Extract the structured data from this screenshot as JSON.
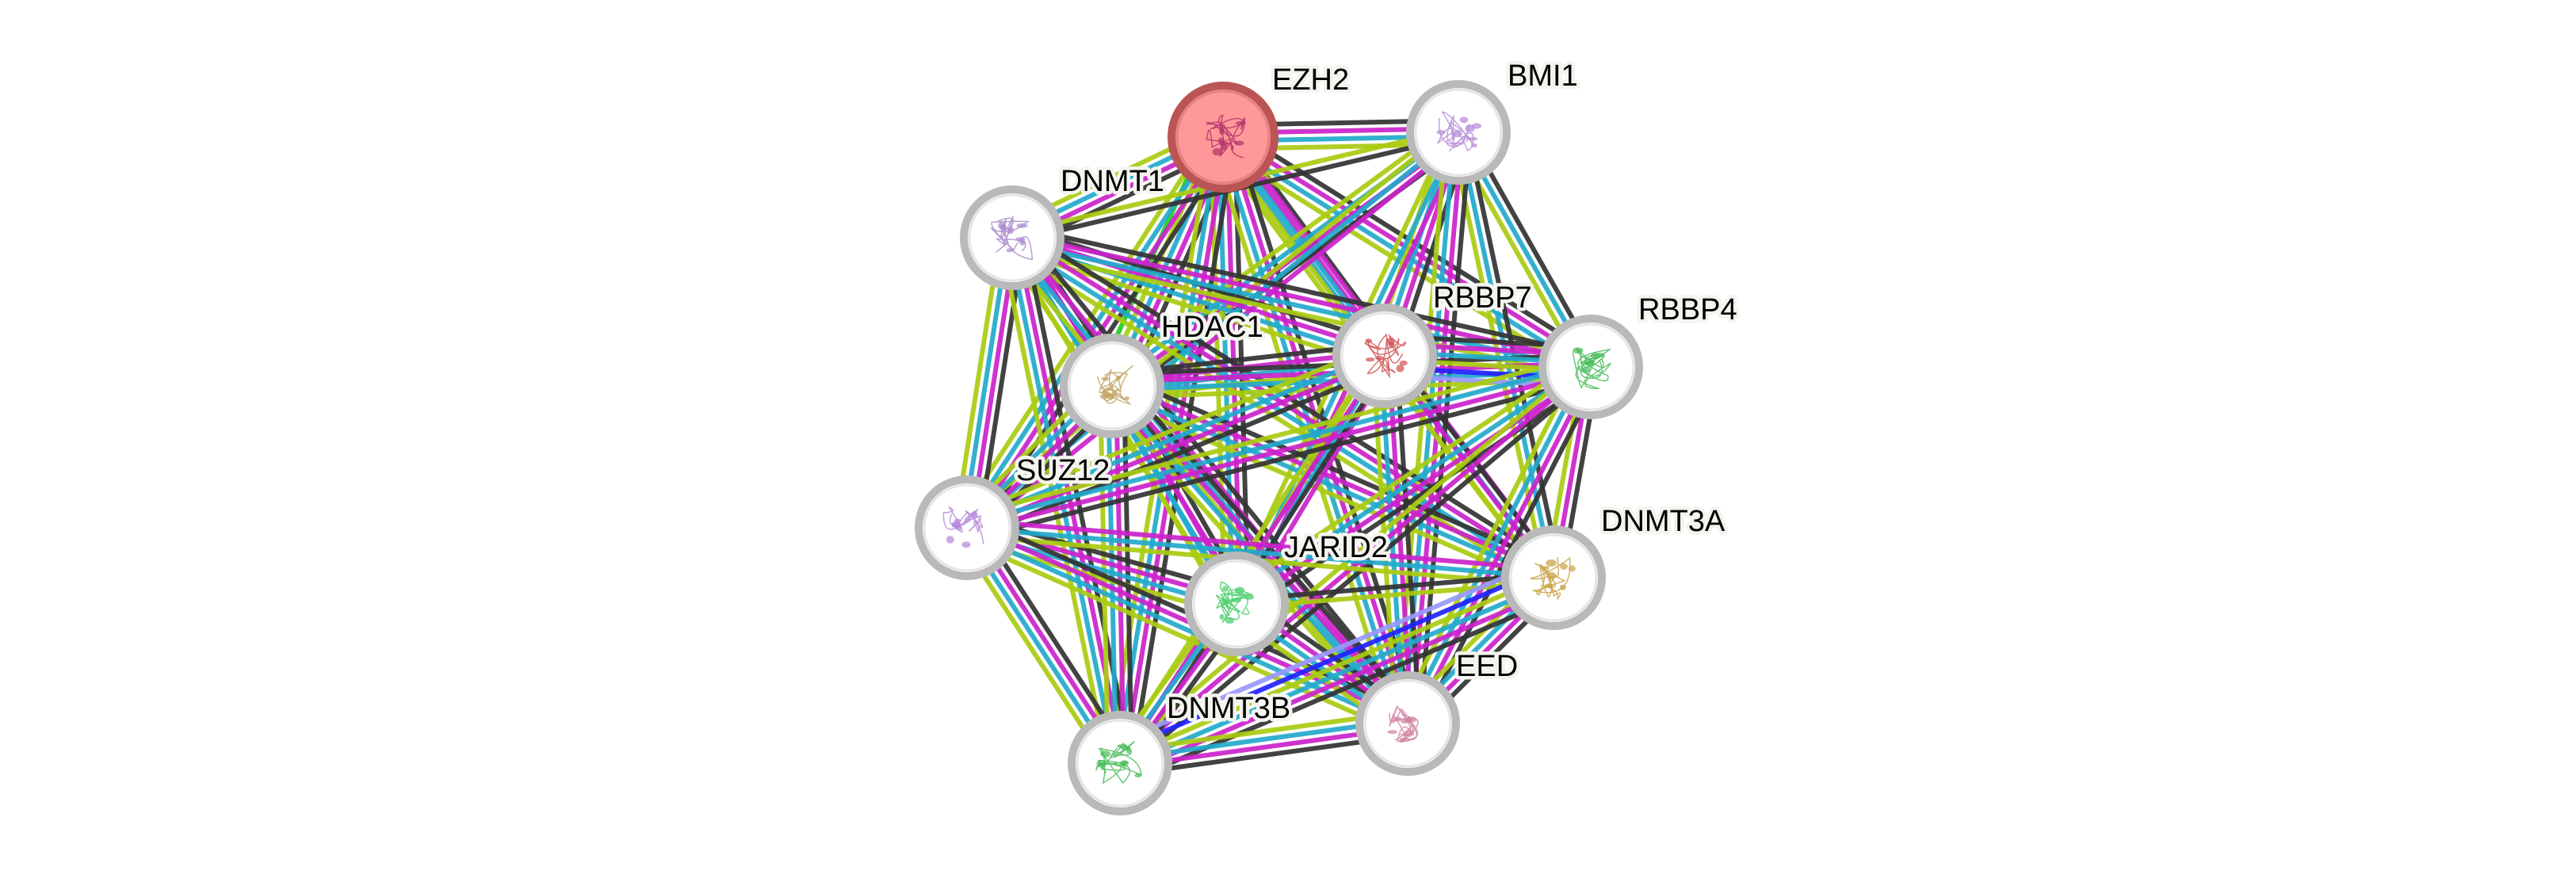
{
  "network": {
    "title": "Protein interaction network",
    "query_protein": "EZH2",
    "edge_colors": {
      "experiments": "#cc22cc",
      "databases": "#22aacc",
      "textmining": "#aacc11",
      "coexpression": "#333333",
      "neighborhood": "#22cc22",
      "gene_fusion": "#2222ff",
      "cooccurrence": "#9999ff"
    },
    "node_colors": {
      "query_fill": "#ff9999",
      "query_border": "#bb5555",
      "default_fill": "#ffffff",
      "default_border": "#b9b9b9"
    },
    "nodes": [
      {
        "id": "EZH2",
        "label": "EZH2",
        "query": true,
        "structure_color": "#b0306a"
      },
      {
        "id": "BMI1",
        "label": "BMI1",
        "query": false,
        "structure_color": "#b488d8"
      },
      {
        "id": "DNMT1",
        "label": "DNMT1",
        "query": false,
        "structure_color": "#a888cc"
      },
      {
        "id": "HDAC1",
        "label": "HDAC1",
        "query": false,
        "structure_color": "#c0a060"
      },
      {
        "id": "RBBP7",
        "label": "RBBP7",
        "query": false,
        "structure_color": "#d05050"
      },
      {
        "id": "RBBP4",
        "label": "RBBP4",
        "query": false,
        "structure_color": "#44bb55"
      },
      {
        "id": "SUZ12",
        "label": "SUZ12",
        "query": false,
        "structure_color": "#b488d8"
      },
      {
        "id": "JARID2",
        "label": "JARID2",
        "query": false,
        "structure_color": "#44cc66"
      },
      {
        "id": "DNMT3A",
        "label": "DNMT3A",
        "query": false,
        "structure_color": "#c8a040"
      },
      {
        "id": "EED",
        "label": "EED",
        "query": false,
        "structure_color": "#d080a0"
      },
      {
        "id": "DNMT3B",
        "label": "DNMT3B",
        "query": false,
        "structure_color": "#44bb55"
      }
    ],
    "edges": [
      {
        "a": "EZH2",
        "b": "BMI1",
        "types": [
          "coexpression",
          "experiments",
          "databases",
          "textmining"
        ]
      },
      {
        "a": "EZH2",
        "b": "DNMT1",
        "types": [
          "coexpression",
          "experiments",
          "databases",
          "textmining"
        ]
      },
      {
        "a": "EZH2",
        "b": "HDAC1",
        "types": [
          "coexpression",
          "experiments",
          "databases",
          "textmining",
          "neighborhood"
        ]
      },
      {
        "a": "EZH2",
        "b": "RBBP7",
        "types": [
          "coexpression",
          "experiments",
          "databases",
          "textmining"
        ]
      },
      {
        "a": "EZH2",
        "b": "RBBP4",
        "types": [
          "coexpression",
          "experiments",
          "databases",
          "textmining"
        ]
      },
      {
        "a": "EZH2",
        "b": "SUZ12",
        "types": [
          "coexpression",
          "experiments",
          "databases",
          "textmining"
        ]
      },
      {
        "a": "EZH2",
        "b": "JARID2",
        "types": [
          "coexpression",
          "experiments",
          "databases",
          "textmining"
        ]
      },
      {
        "a": "EZH2",
        "b": "DNMT3A",
        "types": [
          "experiments",
          "databases",
          "textmining"
        ]
      },
      {
        "a": "EZH2",
        "b": "EED",
        "types": [
          "coexpression",
          "experiments",
          "databases",
          "textmining"
        ]
      },
      {
        "a": "EZH2",
        "b": "DNMT3B",
        "types": [
          "coexpression",
          "experiments",
          "databases",
          "textmining"
        ]
      },
      {
        "a": "BMI1",
        "b": "DNMT1",
        "types": [
          "coexpression",
          "textmining"
        ]
      },
      {
        "a": "BMI1",
        "b": "HDAC1",
        "types": [
          "coexpression",
          "experiments",
          "databases",
          "textmining"
        ]
      },
      {
        "a": "BMI1",
        "b": "RBBP7",
        "types": [
          "coexpression",
          "experiments",
          "databases",
          "textmining"
        ]
      },
      {
        "a": "BMI1",
        "b": "RBBP4",
        "types": [
          "coexpression",
          "databases",
          "textmining"
        ]
      },
      {
        "a": "BMI1",
        "b": "SUZ12",
        "types": [
          "experiments",
          "databases",
          "textmining"
        ]
      },
      {
        "a": "BMI1",
        "b": "JARID2",
        "types": [
          "experiments",
          "databases",
          "textmining"
        ]
      },
      {
        "a": "BMI1",
        "b": "DNMT3A",
        "types": [
          "coexpression",
          "databases",
          "textmining"
        ]
      },
      {
        "a": "BMI1",
        "b": "EED",
        "types": [
          "coexpression",
          "experiments",
          "databases",
          "textmining"
        ]
      },
      {
        "a": "DNMT1",
        "b": "HDAC1",
        "types": [
          "coexpression",
          "experiments",
          "databases",
          "textmining"
        ]
      },
      {
        "a": "DNMT1",
        "b": "RBBP7",
        "types": [
          "coexpression",
          "experiments",
          "databases",
          "textmining"
        ]
      },
      {
        "a": "DNMT1",
        "b": "RBBP4",
        "types": [
          "coexpression",
          "experiments",
          "databases",
          "textmining"
        ]
      },
      {
        "a": "DNMT1",
        "b": "SUZ12",
        "types": [
          "coexpression",
          "experiments",
          "databases",
          "textmining"
        ]
      },
      {
        "a": "DNMT1",
        "b": "JARID2",
        "types": [
          "experiments",
          "databases",
          "textmining"
        ]
      },
      {
        "a": "DNMT1",
        "b": "DNMT3A",
        "types": [
          "coexpression",
          "experiments",
          "databases",
          "textmining"
        ]
      },
      {
        "a": "DNMT1",
        "b": "EED",
        "types": [
          "coexpression",
          "experiments",
          "databases",
          "textmining"
        ]
      },
      {
        "a": "DNMT1",
        "b": "DNMT3B",
        "types": [
          "coexpression",
          "experiments",
          "databases",
          "textmining"
        ]
      },
      {
        "a": "HDAC1",
        "b": "RBBP7",
        "types": [
          "coexpression",
          "experiments",
          "databases",
          "textmining"
        ]
      },
      {
        "a": "HDAC1",
        "b": "RBBP4",
        "types": [
          "coexpression",
          "experiments",
          "databases",
          "textmining"
        ]
      },
      {
        "a": "HDAC1",
        "b": "SUZ12",
        "types": [
          "coexpression",
          "experiments",
          "databases",
          "textmining"
        ]
      },
      {
        "a": "HDAC1",
        "b": "JARID2",
        "types": [
          "coexpression",
          "experiments",
          "databases",
          "textmining"
        ]
      },
      {
        "a": "HDAC1",
        "b": "DNMT3A",
        "types": [
          "coexpression",
          "experiments",
          "databases",
          "textmining"
        ]
      },
      {
        "a": "HDAC1",
        "b": "EED",
        "types": [
          "coexpression",
          "experiments",
          "databases",
          "textmining"
        ]
      },
      {
        "a": "HDAC1",
        "b": "DNMT3B",
        "types": [
          "coexpression",
          "experiments",
          "databases",
          "textmining"
        ]
      },
      {
        "a": "RBBP7",
        "b": "RBBP4",
        "types": [
          "coexpression",
          "experiments",
          "databases",
          "textmining",
          "gene_fusion",
          "cooccurrence"
        ]
      },
      {
        "a": "RBBP7",
        "b": "SUZ12",
        "types": [
          "coexpression",
          "experiments",
          "databases",
          "textmining"
        ]
      },
      {
        "a": "RBBP7",
        "b": "JARID2",
        "types": [
          "experiments",
          "databases",
          "textmining"
        ]
      },
      {
        "a": "RBBP7",
        "b": "DNMT3A",
        "types": [
          "coexpression",
          "experiments",
          "textmining"
        ]
      },
      {
        "a": "RBBP7",
        "b": "EED",
        "types": [
          "coexpression",
          "experiments",
          "databases",
          "textmining"
        ]
      },
      {
        "a": "RBBP7",
        "b": "DNMT3B",
        "types": [
          "coexpression",
          "experiments",
          "textmining"
        ]
      },
      {
        "a": "RBBP4",
        "b": "SUZ12",
        "types": [
          "coexpression",
          "experiments",
          "databases",
          "textmining"
        ]
      },
      {
        "a": "RBBP4",
        "b": "JARID2",
        "types": [
          "coexpression",
          "experiments",
          "databases",
          "textmining"
        ]
      },
      {
        "a": "RBBP4",
        "b": "DNMT3A",
        "types": [
          "coexpression",
          "experiments",
          "textmining"
        ]
      },
      {
        "a": "RBBP4",
        "b": "EED",
        "types": [
          "coexpression",
          "experiments",
          "databases",
          "textmining"
        ]
      },
      {
        "a": "RBBP4",
        "b": "DNMT3B",
        "types": [
          "coexpression",
          "experiments",
          "textmining"
        ]
      },
      {
        "a": "SUZ12",
        "b": "JARID2",
        "types": [
          "coexpression",
          "experiments",
          "databases",
          "textmining"
        ]
      },
      {
        "a": "SUZ12",
        "b": "DNMT3A",
        "types": [
          "experiments",
          "databases",
          "textmining"
        ]
      },
      {
        "a": "SUZ12",
        "b": "EED",
        "types": [
          "coexpression",
          "experiments",
          "databases",
          "textmining"
        ]
      },
      {
        "a": "SUZ12",
        "b": "DNMT3B",
        "types": [
          "coexpression",
          "experiments",
          "databases",
          "textmining"
        ]
      },
      {
        "a": "JARID2",
        "b": "DNMT3A",
        "types": [
          "coexpression",
          "textmining"
        ]
      },
      {
        "a": "JARID2",
        "b": "EED",
        "types": [
          "coexpression",
          "experiments",
          "databases",
          "textmining"
        ]
      },
      {
        "a": "JARID2",
        "b": "DNMT3B",
        "types": [
          "coexpression",
          "experiments",
          "databases",
          "textmining"
        ]
      },
      {
        "a": "DNMT3A",
        "b": "EED",
        "types": [
          "coexpression",
          "experiments",
          "databases",
          "textmining"
        ]
      },
      {
        "a": "DNMT3A",
        "b": "DNMT3B",
        "types": [
          "coexpression",
          "experiments",
          "databases",
          "textmining",
          "gene_fusion",
          "cooccurrence"
        ]
      },
      {
        "a": "EED",
        "b": "DNMT3B",
        "types": [
          "coexpression",
          "experiments",
          "databases",
          "textmining"
        ]
      }
    ]
  }
}
